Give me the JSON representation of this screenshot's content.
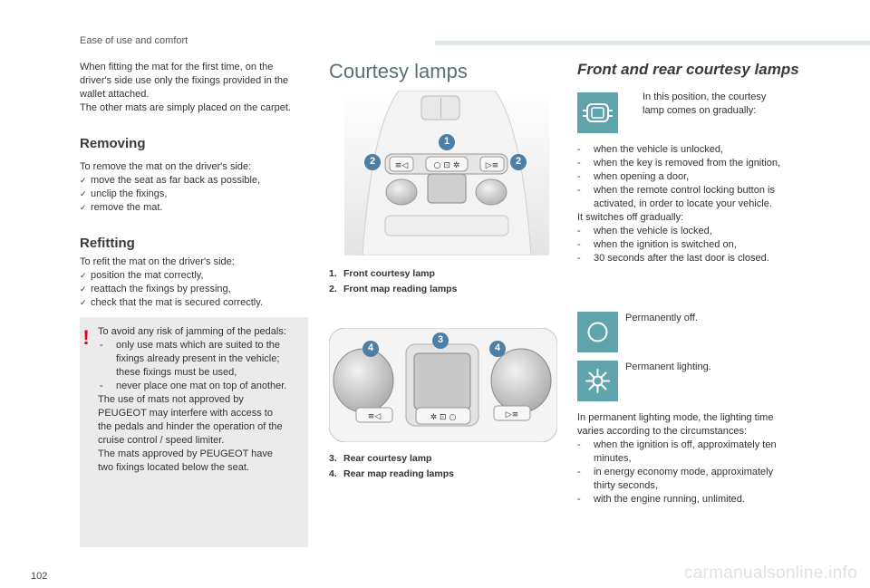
{
  "header": {
    "section": "Ease of use and comfort",
    "page_number": "102",
    "watermark": "carmanualsonline.info"
  },
  "left": {
    "intro": [
      "When fitting the mat for the first time, on the",
      "driver's side use only the fixings provided in the",
      "wallet attached.",
      "The other mats are simply placed on the carpet."
    ],
    "removing": {
      "title": "Removing",
      "lead": "To remove the mat on the driver's side:",
      "steps": [
        "move the seat as far back as possible,",
        "unclip the fixings,",
        "remove the mat."
      ]
    },
    "refitting": {
      "title": "Refitting",
      "lead": "To refit the mat on the driver's side:",
      "steps": [
        "position the mat correctly,",
        "reattach the fixings by pressing,",
        "check that the mat is secured correctly."
      ]
    },
    "warning": {
      "mark": "!",
      "lead": "To avoid any risk of jamming of the pedals:",
      "items": [
        [
          "only use mats which are suited to the",
          "fixings already present in the vehicle;",
          "these fixings must be used,"
        ],
        [
          "never place one mat on top of another."
        ]
      ],
      "body": [
        "The use of mats not approved by",
        "PEUGEOT may interfere with access to",
        "the pedals and hinder the operation of the",
        "cruise control / speed limiter.",
        "The mats approved by PEUGEOT have",
        "two fixings located below the seat."
      ]
    }
  },
  "middle": {
    "title": "Courtesy lamps",
    "front_legend": [
      {
        "num": "1.",
        "label": "Front courtesy lamp"
      },
      {
        "num": "2.",
        "label": "Front map reading lamps"
      }
    ],
    "rear_legend": [
      {
        "num": "3.",
        "label": "Rear courtesy lamp"
      },
      {
        "num": "4.",
        "label": "Rear map reading lamps"
      }
    ],
    "callouts": {
      "c1": "1",
      "c2": "2",
      "c3": "3",
      "c4": "4"
    }
  },
  "right": {
    "title": "Front and rear courtesy lamps",
    "door_mode": "In this position, the courtesy",
    "door_mode2": "lamp comes on gradually:",
    "on_items": [
      [
        "when the vehicle is unlocked,"
      ],
      [
        "when the key is removed from the ignition,"
      ],
      [
        "when opening a door,"
      ],
      [
        "when the remote control locking button is",
        "activated, in order to locate your vehicle."
      ]
    ],
    "off_lead": "It switches off gradually:",
    "off_items": [
      [
        "when the vehicle is locked,"
      ],
      [
        "when the ignition is switched on,"
      ],
      [
        "30 seconds after the last door is closed."
      ]
    ],
    "perm_off": "Permanently off.",
    "perm_on": "Permanent lighting.",
    "perm_lead": [
      "In permanent lighting mode, the lighting time",
      "varies according to the circumstances:"
    ],
    "perm_items": [
      [
        "when the ignition is off, approximately ten",
        "minutes,"
      ],
      [
        "in energy economy mode, approximately",
        "thirty seconds,"
      ],
      [
        "with the engine running, unlimited."
      ]
    ]
  },
  "colors": {
    "accent": "#5fa3ad",
    "callout": "#4d7fa6",
    "warning": "#e2001a"
  },
  "icons": [
    "check-bullet-icon",
    "warning-exclamation-icon",
    "door-mode-icon",
    "lamp-off-icon",
    "lamp-on-icon"
  ]
}
